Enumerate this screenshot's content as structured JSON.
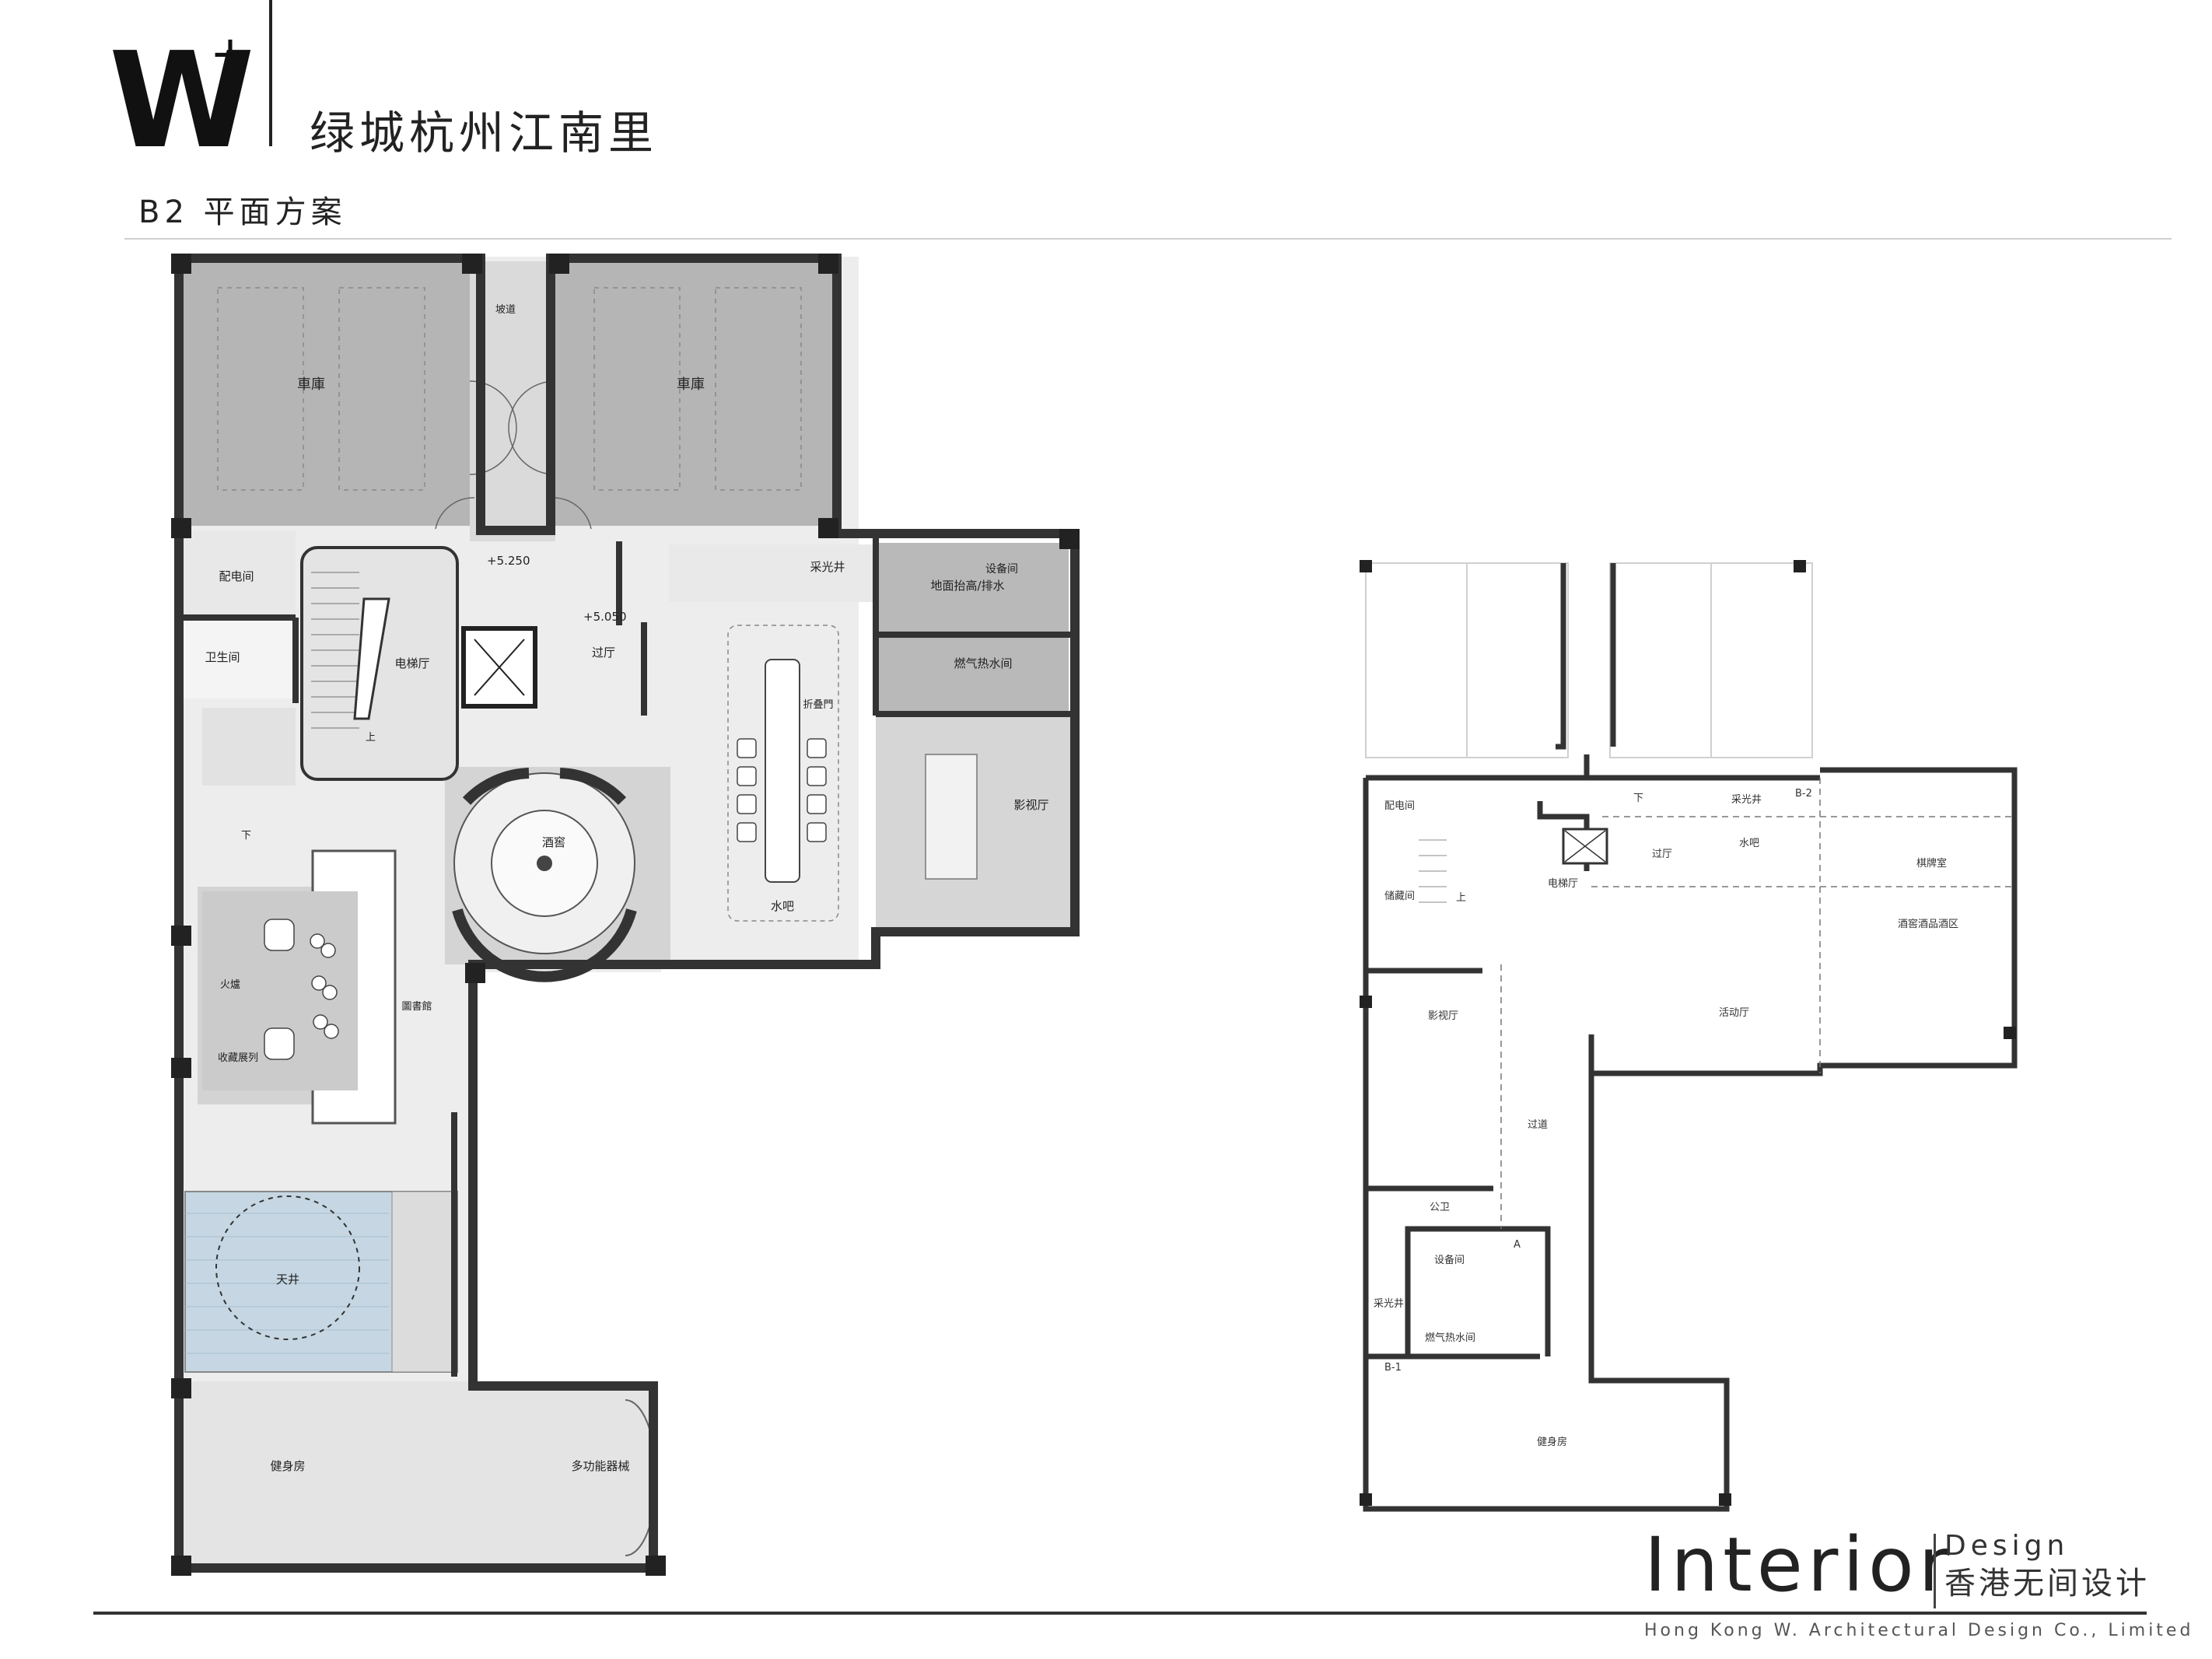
{
  "header": {
    "logo_letter": "W",
    "logo_superscript": "+",
    "project_title": "绿城杭州江南里",
    "sheet_title": "B2 平面方案"
  },
  "plan_main": {
    "rooms": [
      {
        "key": "garage_left",
        "label": "車庫"
      },
      {
        "key": "garage_right",
        "label": "車庫"
      },
      {
        "key": "ramp",
        "label": "坡道"
      },
      {
        "key": "power_room",
        "label": "配电间"
      },
      {
        "key": "level_1",
        "label": "+5.250"
      },
      {
        "key": "level_2",
        "label": "+5.050"
      },
      {
        "key": "lobby",
        "label": "过厅"
      },
      {
        "key": "skylight",
        "label": "采光井"
      },
      {
        "key": "equipment",
        "label": "设备间"
      },
      {
        "key": "drainage_note",
        "label": "地面抬高/排水"
      },
      {
        "key": "gas_water",
        "label": "燃气热水间"
      },
      {
        "key": "toilet",
        "label": "卫生间"
      },
      {
        "key": "elevator_hall",
        "label": "电梯厅"
      },
      {
        "key": "stair_up",
        "label": "上"
      },
      {
        "key": "folding_door",
        "label": "折叠門"
      },
      {
        "key": "home_theater",
        "label": "影视厅"
      },
      {
        "key": "wine_cellar",
        "label": "酒窖"
      },
      {
        "key": "water_bar",
        "label": "水吧"
      },
      {
        "key": "stair_down",
        "label": "下"
      },
      {
        "key": "fireplace",
        "label": "火爐"
      },
      {
        "key": "collection",
        "label": "收藏展列"
      },
      {
        "key": "bookcase",
        "label": "圖書館"
      },
      {
        "key": "courtyard",
        "label": "天井"
      },
      {
        "key": "gym",
        "label": "健身房"
      },
      {
        "key": "equipment_area",
        "label": "多功能器械"
      }
    ]
  },
  "plan_small": {
    "rooms": [
      {
        "key": "power_room",
        "label": "配电间"
      },
      {
        "key": "skylight",
        "label": "采光井"
      },
      {
        "key": "tag_b2",
        "label": "B-2"
      },
      {
        "key": "storage",
        "label": "储藏间"
      },
      {
        "key": "elevator_hall",
        "label": "电梯厅"
      },
      {
        "key": "lobby",
        "label": "过厅"
      },
      {
        "key": "water_bar",
        "label": "水吧"
      },
      {
        "key": "chess_room",
        "label": "棋牌室"
      },
      {
        "key": "wine_area",
        "label": "酒窖酒品酒区"
      },
      {
        "key": "theater",
        "label": "影视厅"
      },
      {
        "key": "activity",
        "label": "活动厅"
      },
      {
        "key": "corridor",
        "label": "过道"
      },
      {
        "key": "public_wc",
        "label": "公卫"
      },
      {
        "key": "equipment",
        "label": "设备间"
      },
      {
        "key": "skylight_2",
        "label": "采光井"
      },
      {
        "key": "tag_a",
        "label": "A"
      },
      {
        "key": "gas_water",
        "label": "燃气热水间"
      },
      {
        "key": "tag_b1",
        "label": "B-1"
      },
      {
        "key": "gym",
        "label": "健身房"
      },
      {
        "key": "stair_up",
        "label": "上"
      },
      {
        "key": "stair_down",
        "label": "下"
      }
    ]
  },
  "brand": {
    "interior": "Interior",
    "design": "Design",
    "chinese_name": "香港无间设计",
    "company": "Hong Kong W. Architectural Design Co., Limited"
  },
  "colors": {
    "wall": "#333333",
    "garage_fill": "#b3b3b3",
    "floor_fill": "#e6e6e6",
    "room_fill": "#d2d2d2",
    "courtyard_fill": "#c9d8e3",
    "accent_line": "#222222"
  }
}
